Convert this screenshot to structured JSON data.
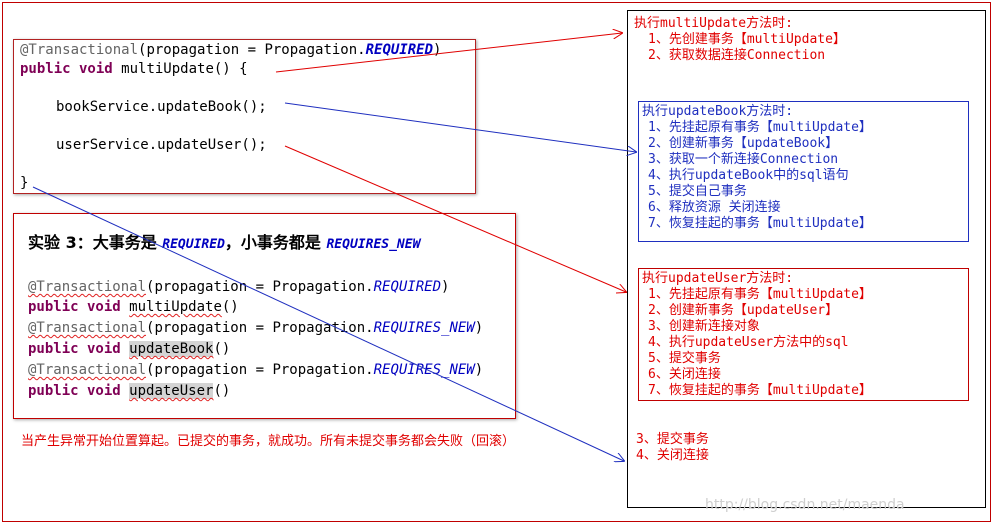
{
  "code": {
    "annotation": "@Transactional",
    "annotation_args_prefix": "(propagation = Propagation.",
    "annotation_required": "REQUIRED",
    "annotation_close": ")",
    "method_kw": "public void ",
    "method_sig": "multiUpdate() {",
    "book_call": "bookService.updateBook();",
    "user_call": "userService.updateUser();",
    "closing_brace": "}"
  },
  "experiment": {
    "title_prefix": "实验 3：大事务是 ",
    "title_required": "REQUIRED",
    "title_middle": "，小事务都是 ",
    "title_requires_new": "REQUIRES_NEW",
    "lines": [
      {
        "annotation": "@Transactional",
        "args_prefix": "(propagation = Propagation.",
        "value": "REQUIRED",
        "close": ")"
      },
      {
        "keyword": "public void ",
        "method": "multiUpdate",
        "parens": "()"
      },
      {
        "annotation": "@Transactional",
        "args_prefix": "(propagation = Propagation.",
        "value": "REQUIRES_NEW",
        "close": ")"
      },
      {
        "keyword": "public void ",
        "method": "updateBook",
        "parens": "()"
      },
      {
        "annotation": "@Transactional",
        "args_prefix": "(propagation = Propagation.",
        "value": "REQUIRES_NEW",
        "close": ")"
      },
      {
        "keyword": "public void ",
        "method": "updateUser",
        "parens": "()"
      }
    ]
  },
  "multi_note": {
    "title": "执行multiUpdate方法时:",
    "items": [
      "1、先创建事务【multiUpdate】",
      "2、获取数据连接Connection"
    ]
  },
  "book_note": {
    "title": "执行updateBook方法时:",
    "items": [
      "1、先挂起原有事务【multiUpdate】",
      "2、创建新事务【updateBook】",
      "3、获取一个新连接Connection",
      "4、执行updateBook中的sql语句",
      "5、提交自己事务",
      "6、释放资源 关闭连接",
      "7、恢复挂起的事务【multiUpdate】"
    ]
  },
  "user_note": {
    "title": "执行updateUser方法时:",
    "items": [
      "1、先挂起原有事务【multiUpdate】",
      "2、创建新事务【updateUser】",
      "3、创建新连接对象",
      "4、执行updateUser方法中的sql",
      "5、提交事务",
      "6、关闭连接",
      "7、恢复挂起的事务【multiUpdate】"
    ]
  },
  "final_note": {
    "items": [
      "3、提交事务",
      "4、关闭连接"
    ]
  },
  "bottom_note": "当产生异常开始位置算起。已提交的事务，就成功。所有未提交事务都会失败（回滚）",
  "watermark": "http://blog.csdn.net/maenda",
  "colors": {
    "red": "#e00000",
    "blue": "#1f2fbf",
    "keyword": "#7f0055",
    "constant": "#0000c0",
    "annotation": "#646464"
  }
}
